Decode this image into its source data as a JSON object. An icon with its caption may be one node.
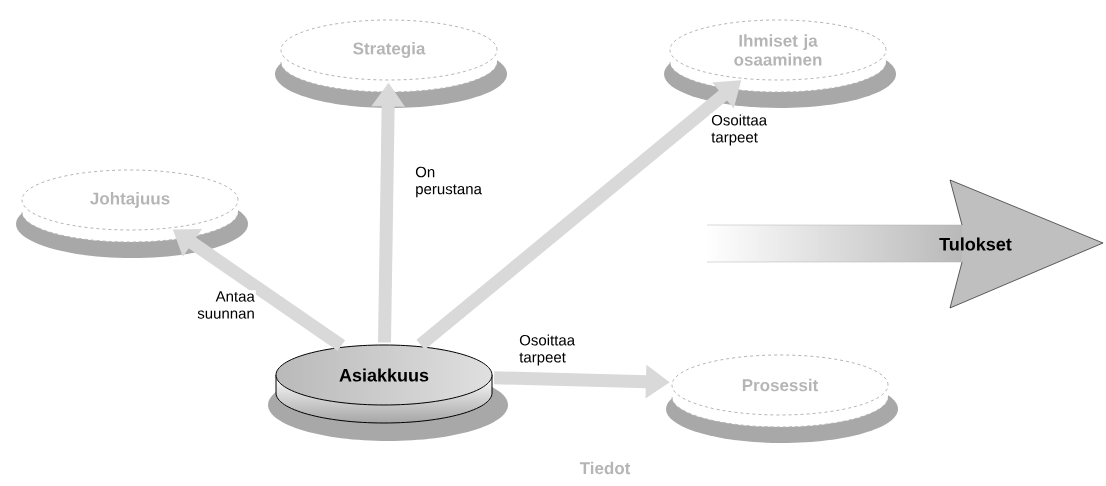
{
  "diagram": {
    "nodes": [
      {
        "text": [
          "Strategia"
        ]
      },
      {
        "text": [
          "Ihmiset ja osaaminen"
        ]
      },
      {
        "text": [
          "Johtajuus"
        ]
      },
      {
        "text": [
          "Tulokset"
        ]
      },
      {
        "text": [
          "Asiakkuus"
        ]
      },
      {
        "text": [
          "Prosessit"
        ]
      }
    ],
    "edges": [
      {
        "from": 4,
        "to": 2,
        "arrow": "to",
        "label": "Antaa suunnan"
      },
      {
        "from": 4,
        "to": 0,
        "arrow": "to",
        "label": "On perustana"
      },
      {
        "from": 4,
        "to": 1,
        "arrow": "to",
        "label": "Osoittaa tarpeet"
      },
      {
        "from": 4,
        "to": 5,
        "arrow": "to",
        "label": "Osoittaa tarpeet"
      }
    ],
    "labels": [
      "Tiedot"
    ]
  }
}
